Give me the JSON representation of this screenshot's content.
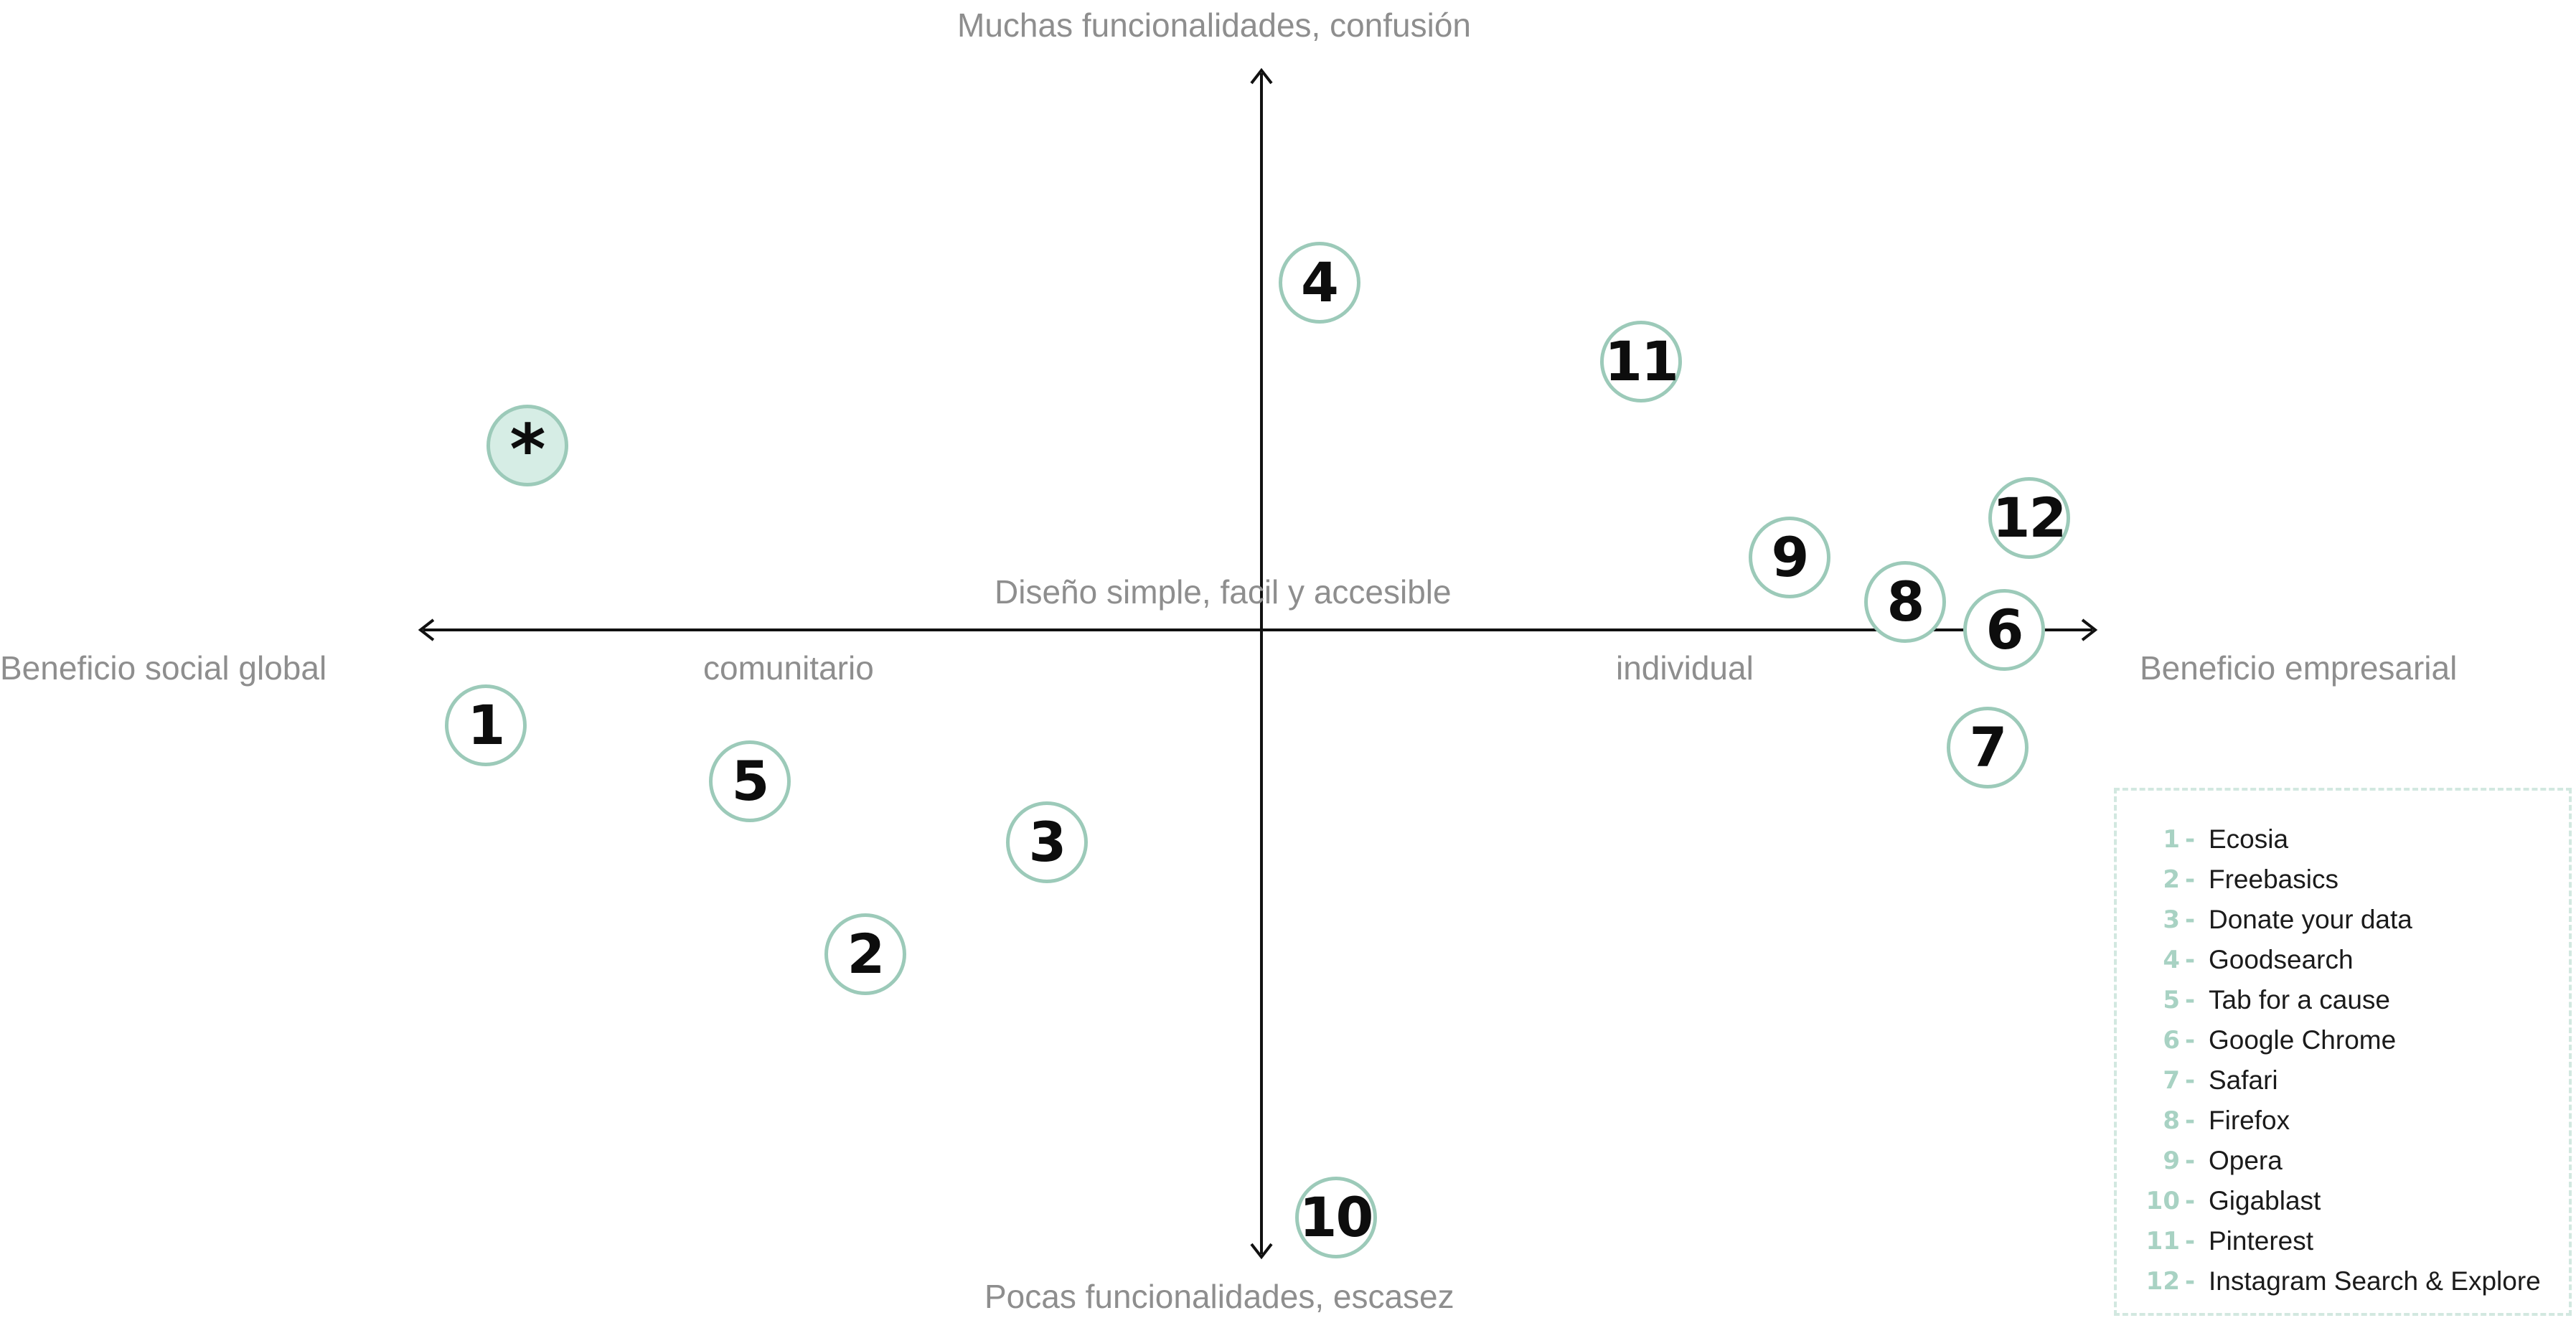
{
  "axes": {
    "top": "Muchas funcionalidades, confusión",
    "bottom": "Pocas funcionalidades, escasez",
    "left": "Beneficio social global",
    "right": "Beneficio empresarial",
    "center": "Diseño simple, facil y accesible",
    "left_inner": "comunitario",
    "right_inner": "individual"
  },
  "markers": [
    {
      "label": "1",
      "x": -0.94,
      "y": -0.17,
      "highlight": false
    },
    {
      "label": "2",
      "x": -0.48,
      "y": -0.58,
      "highlight": false
    },
    {
      "label": "3",
      "x": -0.26,
      "y": -0.38,
      "highlight": false
    },
    {
      "label": "4",
      "x": 0.07,
      "y": 0.62,
      "highlight": false
    },
    {
      "label": "5",
      "x": -0.62,
      "y": -0.27,
      "highlight": false
    },
    {
      "label": "6",
      "x": 0.9,
      "y": 0.0,
      "highlight": false
    },
    {
      "label": "7",
      "x": 0.88,
      "y": -0.21,
      "highlight": false
    },
    {
      "label": "8",
      "x": 0.78,
      "y": 0.05,
      "highlight": false
    },
    {
      "label": "9",
      "x": 0.64,
      "y": 0.13,
      "highlight": false
    },
    {
      "label": "10",
      "x": 0.09,
      "y": -1.05,
      "highlight": false
    },
    {
      "label": "11",
      "x": 0.46,
      "y": 0.48,
      "highlight": false
    },
    {
      "label": "12",
      "x": 0.93,
      "y": 0.2,
      "highlight": false
    },
    {
      "label": "*",
      "x": -0.89,
      "y": 0.33,
      "highlight": true
    }
  ],
  "legend": [
    {
      "num": "1",
      "name": "Ecosia"
    },
    {
      "num": "2",
      "name": "Freebasics"
    },
    {
      "num": "3",
      "name": "Donate your data"
    },
    {
      "num": "4",
      "name": "Goodsearch"
    },
    {
      "num": "5",
      "name": "Tab for a cause"
    },
    {
      "num": "6",
      "name": "Google Chrome"
    },
    {
      "num": "7",
      "name": "Safari"
    },
    {
      "num": "8",
      "name": "Firefox"
    },
    {
      "num": "9",
      "name": "Opera"
    },
    {
      "num": "10",
      "name": "Gigablast"
    },
    {
      "num": "11",
      "name": "Pinterest"
    },
    {
      "num": "12",
      "name": "Instagram Search & Explore"
    }
  ],
  "colors": {
    "marker_border": "#9ccab9",
    "highlight_fill": "#d6ede5",
    "axis_text": "#8e8e8e",
    "legend_number": "#a8d2c3"
  }
}
